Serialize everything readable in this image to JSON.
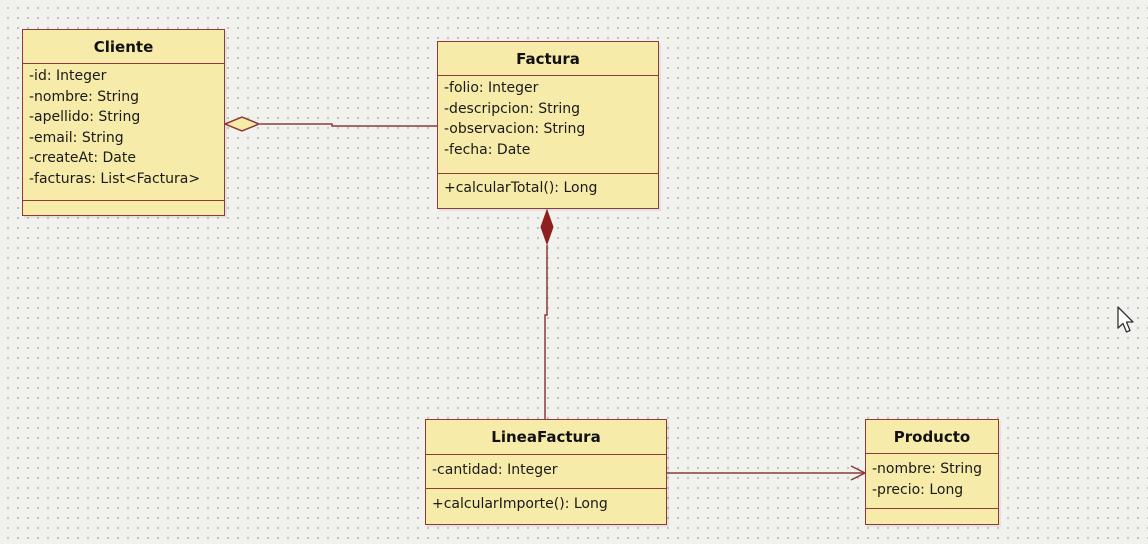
{
  "classes": {
    "cliente": {
      "name": "Cliente",
      "attributes": [
        "-id: Integer",
        "-nombre: String",
        "-apellido: String",
        "-email: String",
        "-createAt: Date",
        "-facturas: List<Factura>"
      ],
      "methods": []
    },
    "factura": {
      "name": "Factura",
      "attributes": [
        "-folio: Integer",
        "-descripcion: String",
        "-observacion: String",
        "-fecha: Date"
      ],
      "methods": [
        "+calcularTotal(): Long"
      ]
    },
    "lineafactura": {
      "name": "LineaFactura",
      "attributes": [
        "-cantidad: Integer"
      ],
      "methods": [
        "+calcularImporte(): Long"
      ]
    },
    "producto": {
      "name": "Producto",
      "attributes": [
        "-nombre: String",
        "-precio: Long"
      ],
      "methods": []
    }
  },
  "relations": [
    {
      "type": "aggregation",
      "whole": "cliente",
      "part": "factura"
    },
    {
      "type": "composition",
      "whole": "factura",
      "part": "lineafactura"
    },
    {
      "type": "directed-association",
      "from": "lineafactura",
      "to": "producto"
    }
  ],
  "colors": {
    "class_fill": "#f6eba8",
    "class_border": "#8e3a3a",
    "background": "#f1f1ed"
  },
  "icons": {
    "cursor": "mouse-pointer-icon"
  }
}
